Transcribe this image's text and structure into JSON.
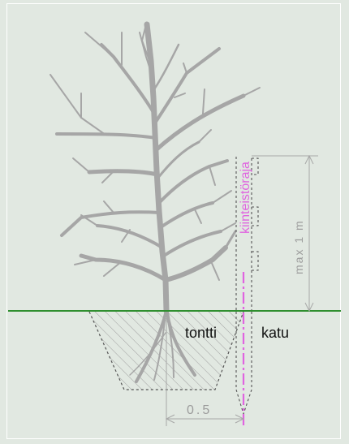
{
  "labels": {
    "tontti": "tontti",
    "katu": "katu",
    "kiinteistoraja": "kiinteistöraja",
    "max_height": "max 1 m",
    "width": "0.5"
  },
  "colors": {
    "background": "#e1e8e1",
    "tree": "#a6a6a6",
    "ground_line": "#2f8f2f",
    "property_line": "#e064e0",
    "dimension": "#a8a8a8",
    "dashed": "#555555",
    "text": "#111111"
  }
}
